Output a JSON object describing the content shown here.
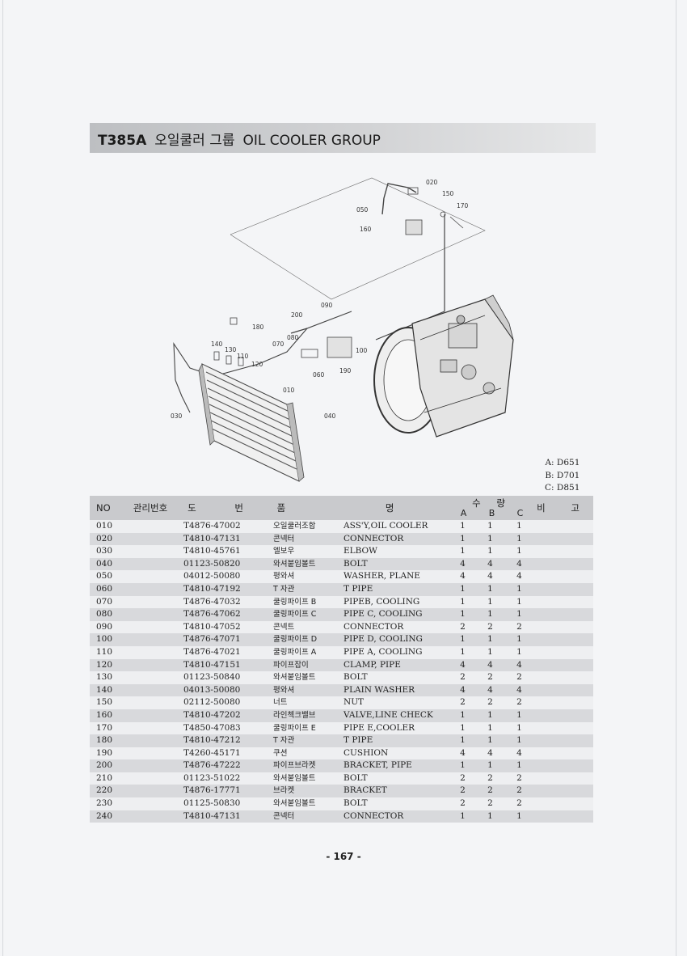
{
  "header": {
    "code": "T385A",
    "title_ko": "오일쿨러 그룹",
    "title_en": "OIL COOLER GROUP"
  },
  "diagram": {
    "callouts": [
      "020",
      "150",
      "170",
      "050",
      "160",
      "090",
      "200",
      "180",
      "080",
      "070",
      "100",
      "140",
      "130",
      "110",
      "120",
      "060",
      "190",
      "010",
      "030",
      "040"
    ]
  },
  "legend": [
    "A: D651",
    "B: D701",
    "C: D851"
  ],
  "table": {
    "headers": {
      "no": "NO",
      "mgmt": "관리번호",
      "drawing": "도 번",
      "name": "품 명",
      "qty": "수 량",
      "qty_a": "A",
      "qty_b": "B",
      "qty_c": "C",
      "remark": "비 고"
    },
    "rows": [
      {
        "no": "010",
        "part": "T4876-47002",
        "ko": "오일쿨러조합",
        "en": "ASS'Y,OIL COOLER",
        "a": "1",
        "b": "1",
        "c": "1"
      },
      {
        "no": "020",
        "part": "T4810-47131",
        "ko": "콘넥터",
        "en": "CONNECTOR",
        "a": "1",
        "b": "1",
        "c": "1"
      },
      {
        "no": "030",
        "part": "T4810-45761",
        "ko": "엘보우",
        "en": "ELBOW",
        "a": "1",
        "b": "1",
        "c": "1"
      },
      {
        "no": "040",
        "part": "01123-50820",
        "ko": "와셔붙임볼트",
        "en": "BOLT",
        "a": "4",
        "b": "4",
        "c": "4"
      },
      {
        "no": "050",
        "part": "04012-50080",
        "ko": "평와셔",
        "en": "WASHER, PLANE",
        "a": "4",
        "b": "4",
        "c": "4"
      },
      {
        "no": "060",
        "part": "T4810-47192",
        "ko": "T 자관",
        "en": "T PIPE",
        "a": "1",
        "b": "1",
        "c": "1"
      },
      {
        "no": "070",
        "part": "T4876-47032",
        "ko": "쿨링파이프 B",
        "en": "PIPEB, COOLING",
        "a": "1",
        "b": "1",
        "c": "1"
      },
      {
        "no": "080",
        "part": "T4876-47062",
        "ko": "쿨링파이프 C",
        "en": "PIPE C, COOLING",
        "a": "1",
        "b": "1",
        "c": "1"
      },
      {
        "no": "090",
        "part": "T4810-47052",
        "ko": "콘넥트",
        "en": "CONNECTOR",
        "a": "2",
        "b": "2",
        "c": "2"
      },
      {
        "no": "100",
        "part": "T4876-47071",
        "ko": "쿨링파이프 D",
        "en": "PIPE D, COOLING",
        "a": "1",
        "b": "1",
        "c": "1"
      },
      {
        "no": "110",
        "part": "T4876-47021",
        "ko": "쿨링파이프 A",
        "en": "PIPE A, COOLING",
        "a": "1",
        "b": "1",
        "c": "1"
      },
      {
        "no": "120",
        "part": "T4810-47151",
        "ko": "파이프잡이",
        "en": "CLAMP, PIPE",
        "a": "4",
        "b": "4",
        "c": "4"
      },
      {
        "no": "130",
        "part": "01123-50840",
        "ko": "와셔붙임볼트",
        "en": "BOLT",
        "a": "2",
        "b": "2",
        "c": "2"
      },
      {
        "no": "140",
        "part": "04013-50080",
        "ko": "평와셔",
        "en": "PLAIN WASHER",
        "a": "4",
        "b": "4",
        "c": "4"
      },
      {
        "no": "150",
        "part": "02112-50080",
        "ko": "너트",
        "en": "NUT",
        "a": "2",
        "b": "2",
        "c": "2"
      },
      {
        "no": "160",
        "part": "T4810-47202",
        "ko": "라인첵크밸브",
        "en": "VALVE,LINE CHECK",
        "a": "1",
        "b": "1",
        "c": "1"
      },
      {
        "no": "170",
        "part": "T4850-47083",
        "ko": "쿨링파이프 E",
        "en": "PIPE E,COOLER",
        "a": "1",
        "b": "1",
        "c": "1"
      },
      {
        "no": "180",
        "part": "T4810-47212",
        "ko": "T 자관",
        "en": "T PIPE",
        "a": "1",
        "b": "1",
        "c": "1"
      },
      {
        "no": "190",
        "part": "T4260-45171",
        "ko": "쿠션",
        "en": "CUSHION",
        "a": "4",
        "b": "4",
        "c": "4"
      },
      {
        "no": "200",
        "part": "T4876-47222",
        "ko": "파이프브라켓",
        "en": "BRACKET, PIPE",
        "a": "1",
        "b": "1",
        "c": "1"
      },
      {
        "no": "210",
        "part": "01123-51022",
        "ko": "와셔붙임볼트",
        "en": "BOLT",
        "a": "2",
        "b": "2",
        "c": "2"
      },
      {
        "no": "220",
        "part": "T4876-17771",
        "ko": "브라켓",
        "en": "BRACKET",
        "a": "2",
        "b": "2",
        "c": "2"
      },
      {
        "no": "230",
        "part": "01125-50830",
        "ko": "와셔붙임볼트",
        "en": "BOLT",
        "a": "2",
        "b": "2",
        "c": "2"
      },
      {
        "no": "240",
        "part": "T4810-47131",
        "ko": "콘넥터",
        "en": "CONNECTOR",
        "a": "1",
        "b": "1",
        "c": "1"
      }
    ]
  },
  "footer": {
    "page": "- 167 -"
  }
}
